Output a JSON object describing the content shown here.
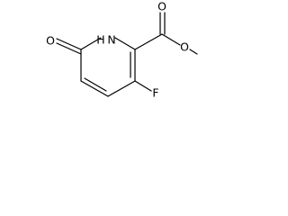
{
  "molecule": {
    "atoms": {
      "carbonyl_oxygen": "O",
      "ester_oxygen": "O",
      "ring_carbonyl_oxygen": "O",
      "fluorine": "F",
      "ring_nitrogen": "H",
      "ring_nitrogen_n": "N"
    },
    "colors": {
      "bond": "#000000",
      "label": "#000000",
      "background": "#ffffff"
    }
  }
}
